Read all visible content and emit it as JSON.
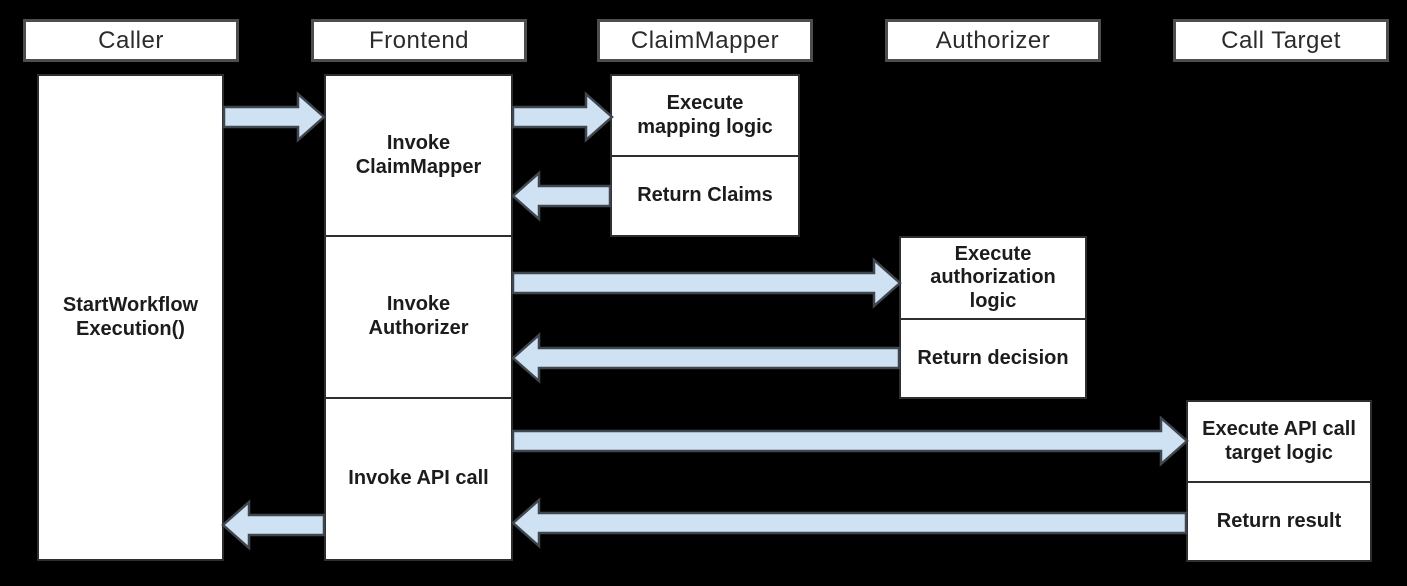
{
  "diagram": {
    "participants": [
      {
        "name": "Caller"
      },
      {
        "name": "Frontend"
      },
      {
        "name": "ClaimMapper"
      },
      {
        "name": "Authorizer"
      },
      {
        "name": "Call Target"
      }
    ],
    "caller_activity": {
      "label": "StartWorkflow\nExecution()"
    },
    "frontend_activities": [
      {
        "label": "Invoke\nClaimMapper"
      },
      {
        "label": "Invoke\nAuthorizer"
      },
      {
        "label": "Invoke API call"
      }
    ],
    "claimmapper_activities": [
      {
        "label": "Execute\nmapping logic"
      },
      {
        "label": "Return Claims"
      }
    ],
    "authorizer_activities": [
      {
        "label": "Execute\nauthorization\nlogic"
      },
      {
        "label": "Return decision"
      }
    ],
    "calltarget_activities": [
      {
        "label": "Execute API call\ntarget logic"
      },
      {
        "label": "Return result"
      }
    ],
    "arrows": [
      {
        "name": "caller-to-frontend",
        "direction": "right"
      },
      {
        "name": "frontend-to-claimmapper",
        "direction": "right"
      },
      {
        "name": "claimmapper-to-frontend",
        "direction": "left"
      },
      {
        "name": "frontend-to-authorizer",
        "direction": "right"
      },
      {
        "name": "authorizer-to-frontend",
        "direction": "left"
      },
      {
        "name": "frontend-to-calltarget",
        "direction": "right"
      },
      {
        "name": "calltarget-to-frontend",
        "direction": "left"
      },
      {
        "name": "frontend-to-caller",
        "direction": "left"
      }
    ],
    "colors": {
      "background": "#000000",
      "box_fill": "#ffffff",
      "header_border": "#4d4d4d",
      "activation_border": "#2e2e2e",
      "arrow_fill": "#cfe2f3",
      "arrow_border": "#40464d",
      "text": "#1c1c1c"
    }
  }
}
